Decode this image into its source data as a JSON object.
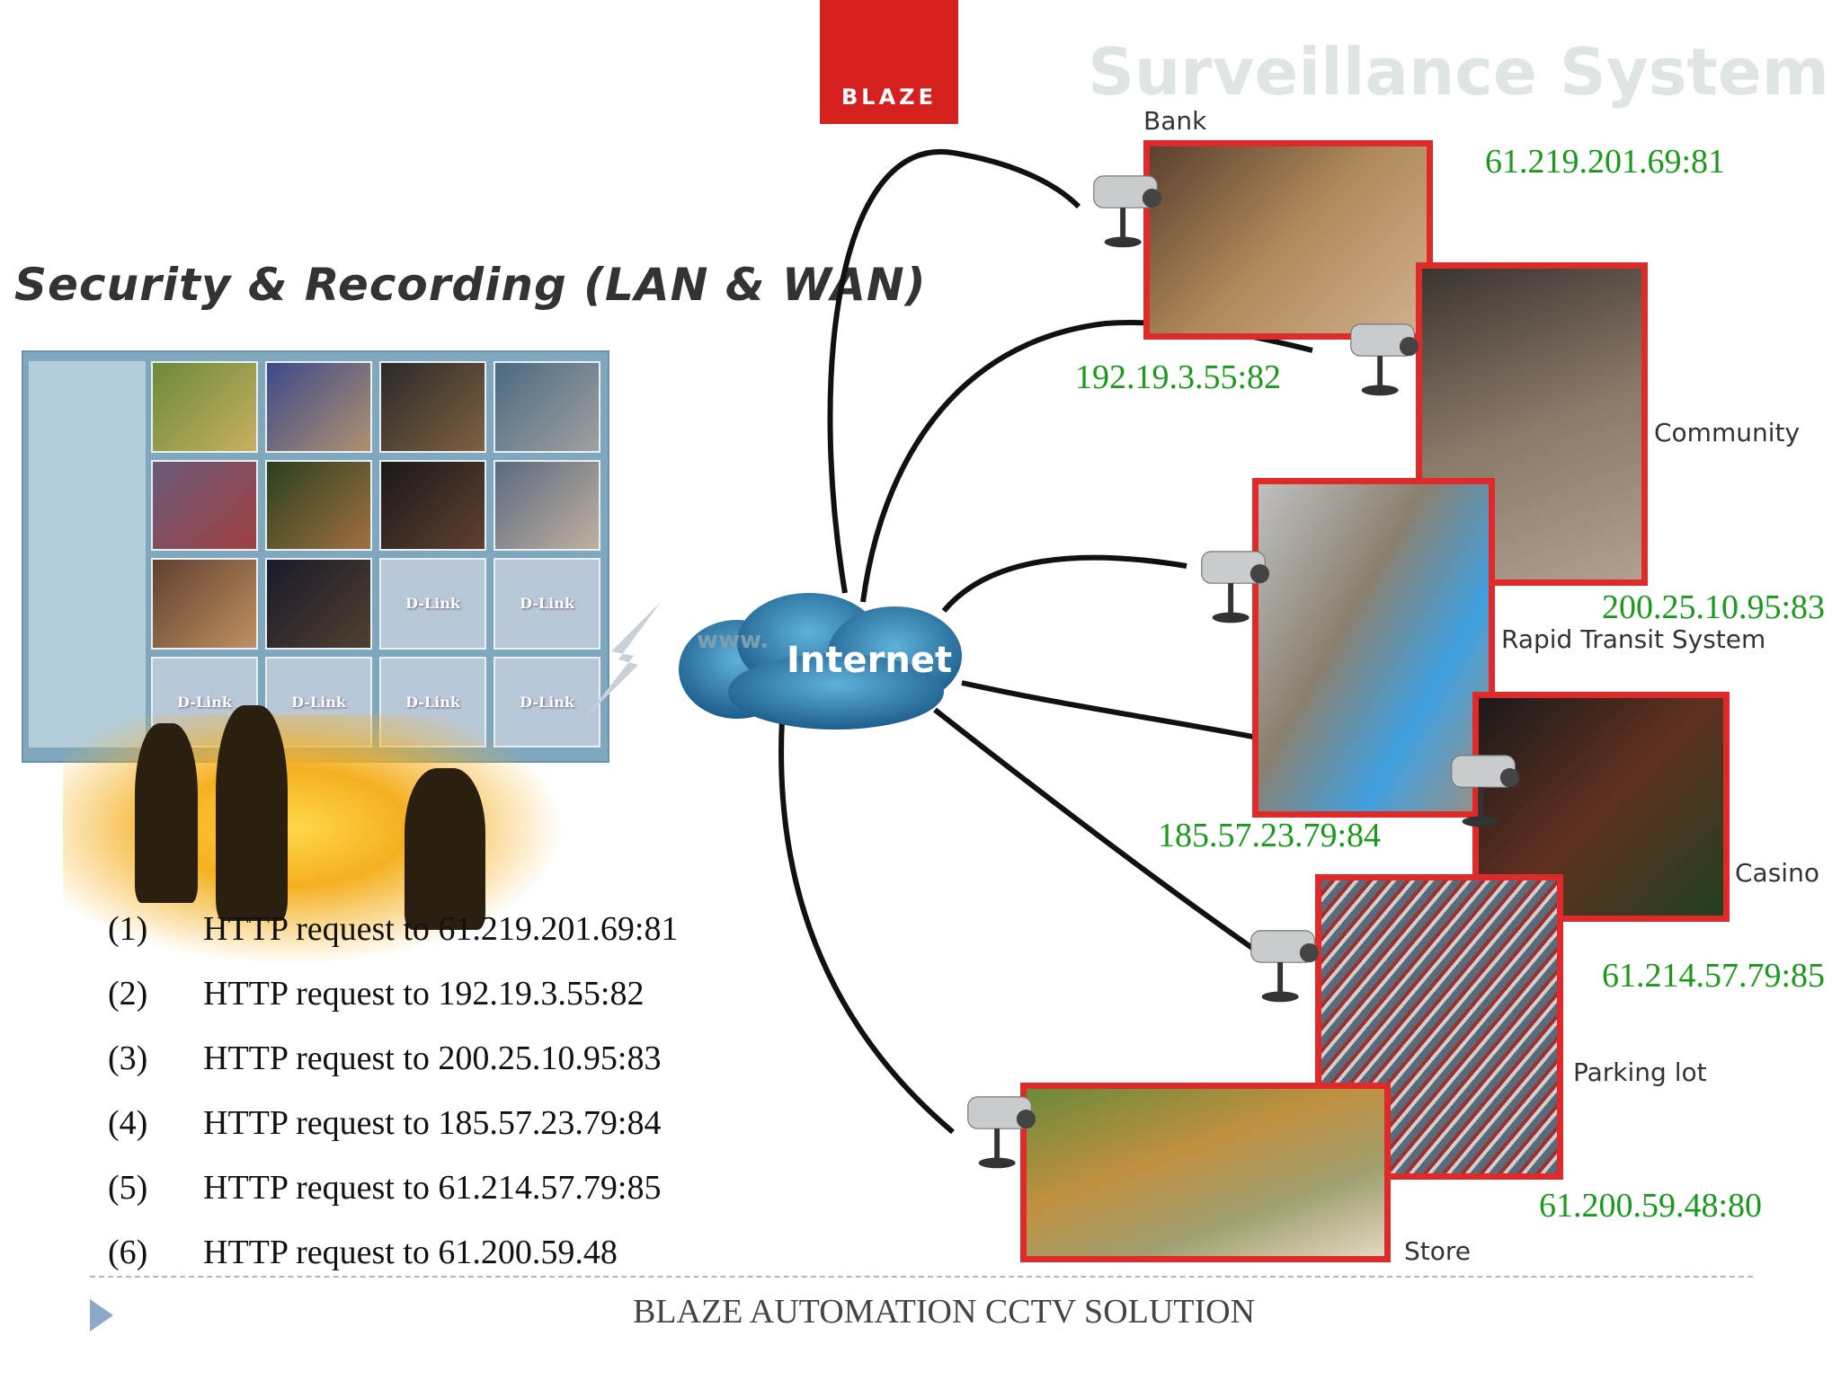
{
  "logo": {
    "text": "BLAZE"
  },
  "header": {
    "watermark": "Surveillance System"
  },
  "main_title": "Security & Recording (LAN & WAN)",
  "app_window": {
    "tiles": [
      "",
      "",
      "",
      "",
      "",
      "",
      "",
      "",
      "",
      "",
      "D-Link",
      "D-Link",
      "D-Link",
      "D-Link",
      "D-Link",
      "D-Link"
    ]
  },
  "internet": {
    "label": "Internet",
    "www": "www."
  },
  "sites": [
    {
      "location": "Bank",
      "ip": "61.219.201.69:81"
    },
    {
      "location": "Community",
      "ip": "192.19.3.55:82"
    },
    {
      "location": "Rapid Transit System",
      "ip": "200.25.10.95:83"
    },
    {
      "location": "Casino",
      "ip": "185.57.23.79:84"
    },
    {
      "location": "Parking lot",
      "ip": "61.214.57.79:85"
    },
    {
      "location": "Store",
      "ip": "61.200.59.48:80"
    }
  ],
  "requests": [
    {
      "num": "(1)",
      "text": "HTTP request to 61.219.201.69:81"
    },
    {
      "num": "(2)",
      "text": "HTTP request to 192.19.3.55:82"
    },
    {
      "num": "(3)",
      "text": "HTTP request to 200.25.10.95:83"
    },
    {
      "num": "(4)",
      "text": "HTTP request to 185.57.23.79:84"
    },
    {
      "num": "(5)",
      "text": "HTTP request to 61.214.57.79:85"
    },
    {
      "num": "(6)",
      "text": "HTTP request to 61.200.59.48"
    }
  ],
  "footer": {
    "text": "BLAZE AUTOMATION CCTV SOLUTION"
  },
  "colors": {
    "frame": "#e02a2a",
    "ip_text": "#1a9a1a",
    "logo_bg": "#d6201f",
    "cloud": "#2c7fb0"
  },
  "icons": [
    "camera-icon",
    "internet-cloud-icon",
    "lightning-icon",
    "bullet-arrow-icon"
  ]
}
